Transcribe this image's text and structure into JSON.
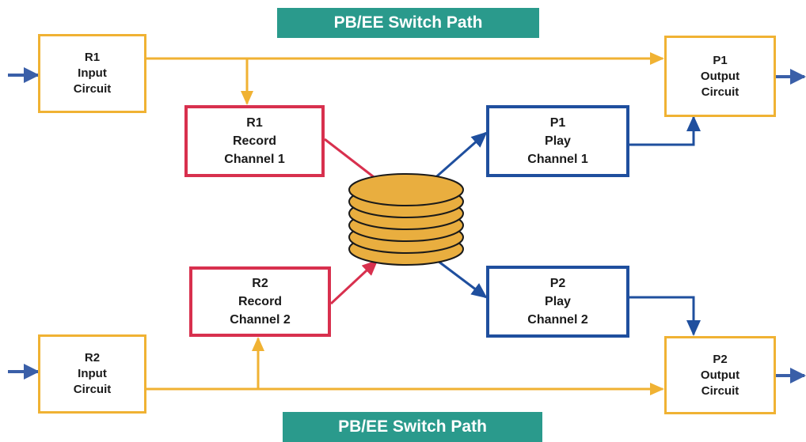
{
  "banners": {
    "top": "PB/EE Switch Path",
    "bottom": "PB/EE Switch Path"
  },
  "boxes": {
    "r1_input": [
      "R1",
      "Input",
      "Circuit"
    ],
    "r2_input": [
      "R2",
      "Input",
      "Circuit"
    ],
    "r1_record": [
      "R1",
      "Record",
      "Channel 1"
    ],
    "r2_record": [
      "R2",
      "Record",
      "Channel 2"
    ],
    "p1_play": [
      "P1",
      "Play",
      "Channel 1"
    ],
    "p2_play": [
      "P2",
      "Play",
      "Channel 2"
    ],
    "p1_output": [
      "P1",
      "Output",
      "Circuit"
    ],
    "p2_output": [
      "P2",
      "Output",
      "Circuit"
    ]
  },
  "colors": {
    "banner": "#2a9a8c",
    "circuit_border": "#f0b233",
    "record": "#d8304e",
    "play": "#1f4f9e",
    "disk_fill": "#e9ae3f",
    "signal_path": "#f0b233",
    "io_arrow": "#3a5fa8"
  }
}
